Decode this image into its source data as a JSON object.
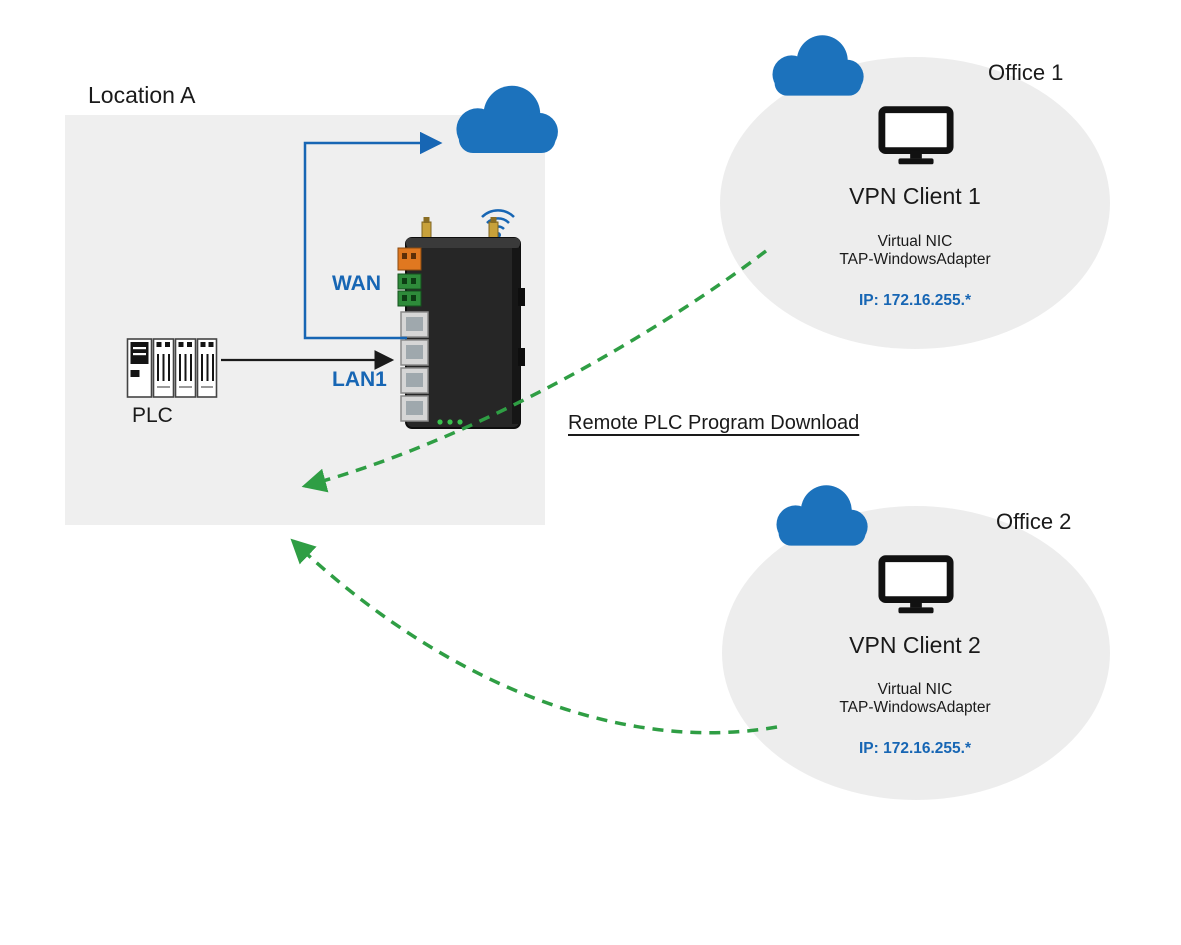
{
  "colors": {
    "cloud_blue": "#1c72bc",
    "accent_blue": "#1766b4",
    "arrow_green": "#2f9e44",
    "box_gray": "#efefef",
    "ellipse_gray": "#ededed",
    "text_dark": "#1a1a1a"
  },
  "icons": {
    "cloud": "cloud-icon",
    "wifi": "wifi-icon",
    "router": "industrial-router-device",
    "plc": "plc-device-icon",
    "monitor": "desktop-monitor-icon"
  },
  "location_a": {
    "label": "Location A",
    "plc_label": "PLC",
    "wan_label": "WAN",
    "lan_label": "LAN1"
  },
  "link_label": "Remote PLC Program Download",
  "office1": {
    "label": "Office 1",
    "client": "VPN Client 1",
    "nic_line1": "Virtual NIC",
    "nic_line2": "TAP-WindowsAdapter",
    "ip": "IP:  172.16.255.*"
  },
  "office2": {
    "label": "Office 2",
    "client": "VPN Client 2",
    "nic_line1": "Virtual NIC",
    "nic_line2": "TAP-WindowsAdapter",
    "ip": "IP:  172.16.255.*"
  }
}
